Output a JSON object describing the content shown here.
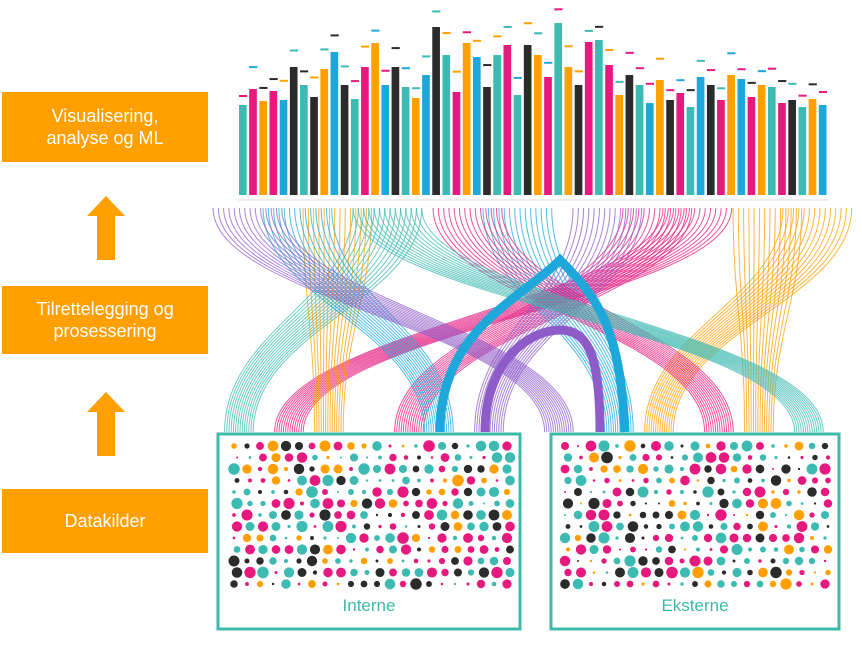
{
  "colors": {
    "stage_fill": "#FF9F00",
    "box_border": "#3DBAA9",
    "label_text": "#3DBAA9",
    "palette": [
      "#3DBAB2",
      "#E6197E",
      "#FF9F00",
      "#2B2B2B",
      "#1EA7D9",
      "#8E5CC8"
    ]
  },
  "stages": {
    "top": "Visualisering,\nanalyse  og ML",
    "middle": "Tilrettelegging  og\nprosessering",
    "bottom": "Datakilder"
  },
  "arrows": {
    "up_icon": "arrow-up-icon"
  },
  "sources": {
    "internal": "Interne",
    "external": "Eksterne"
  }
}
